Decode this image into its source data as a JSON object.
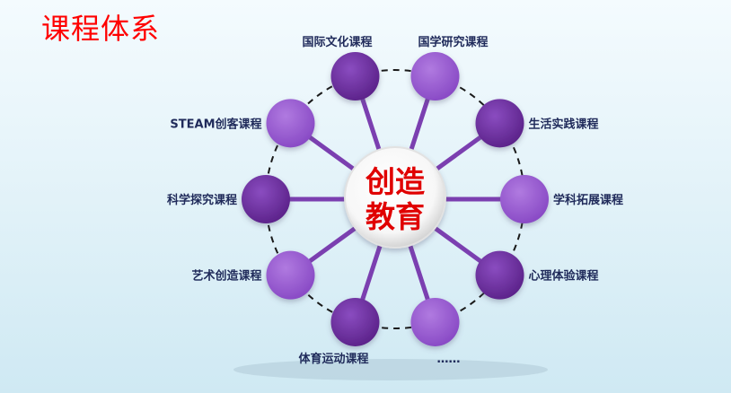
{
  "title": "课程体系",
  "center": {
    "line1": "创造",
    "line2": "教育"
  },
  "nodes": [
    {
      "label": "国际文化课程",
      "angle": 252,
      "tone": "dark"
    },
    {
      "label": "国学研究课程",
      "angle": 288,
      "tone": "light"
    },
    {
      "label": "生活实践课程",
      "angle": 324,
      "tone": "dark"
    },
    {
      "label": "学科拓展课程",
      "angle": 0,
      "tone": "light"
    },
    {
      "label": "心理体验课程",
      "angle": 36,
      "tone": "dark"
    },
    {
      "label": "……",
      "angle": 72,
      "tone": "light"
    },
    {
      "label": "体育运动课程",
      "angle": 108,
      "tone": "dark"
    },
    {
      "label": "艺术创造课程",
      "angle": 144,
      "tone": "light"
    },
    {
      "label": "科学探究课程",
      "angle": 180,
      "tone": "dark"
    },
    {
      "label": "STEAM创客课程",
      "angle": 216,
      "tone": "light"
    }
  ],
  "colors": {
    "title": "#ff0000",
    "center_text": "#e00000",
    "label": "#1f2a5a",
    "node_dark": "#6a2d9a",
    "node_light": "#9b5ed2",
    "spoke": "#7b3fb0",
    "ring": "#1a1a1a"
  }
}
